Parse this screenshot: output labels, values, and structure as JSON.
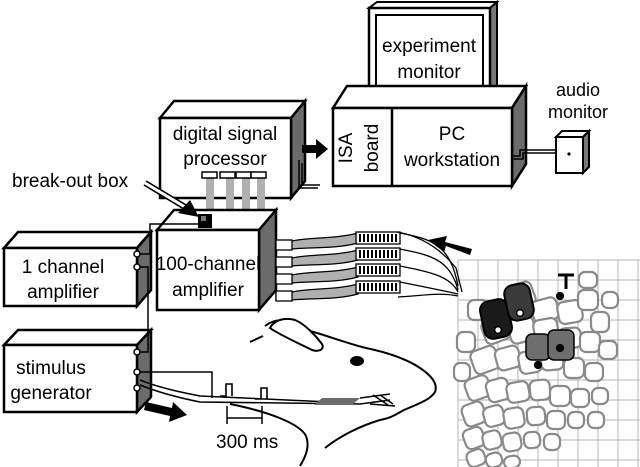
{
  "labels": {
    "experiment_monitor": [
      "experiment",
      "monitor"
    ],
    "audio_monitor": [
      "audio",
      "monitor"
    ],
    "isa_board": [
      "ISA",
      "board"
    ],
    "pc_workstation": [
      "PC",
      "workstation"
    ],
    "dsp": [
      "digital signal",
      "processor"
    ],
    "breakout_box": "break-out box",
    "amp100": [
      "100-channel",
      "amplifier"
    ],
    "amp1": [
      "1 channel",
      "amplifier"
    ],
    "stimulus": [
      "stimulus",
      "generator"
    ],
    "interval": "300 ms"
  },
  "colors": {
    "box_stroke": "#000000",
    "box_fill": "#ffffff",
    "box_shadow": "#6b6b6b",
    "cable": "#b0b0b0",
    "barrel_outline": "#8a8a8a",
    "barrel_dark": "#1a1a1a",
    "barrel_mid": "#6e6e6e",
    "grid": "#b4b4b4"
  },
  "icons": {
    "arrow": "block-arrow",
    "barrel_marker": "T"
  }
}
